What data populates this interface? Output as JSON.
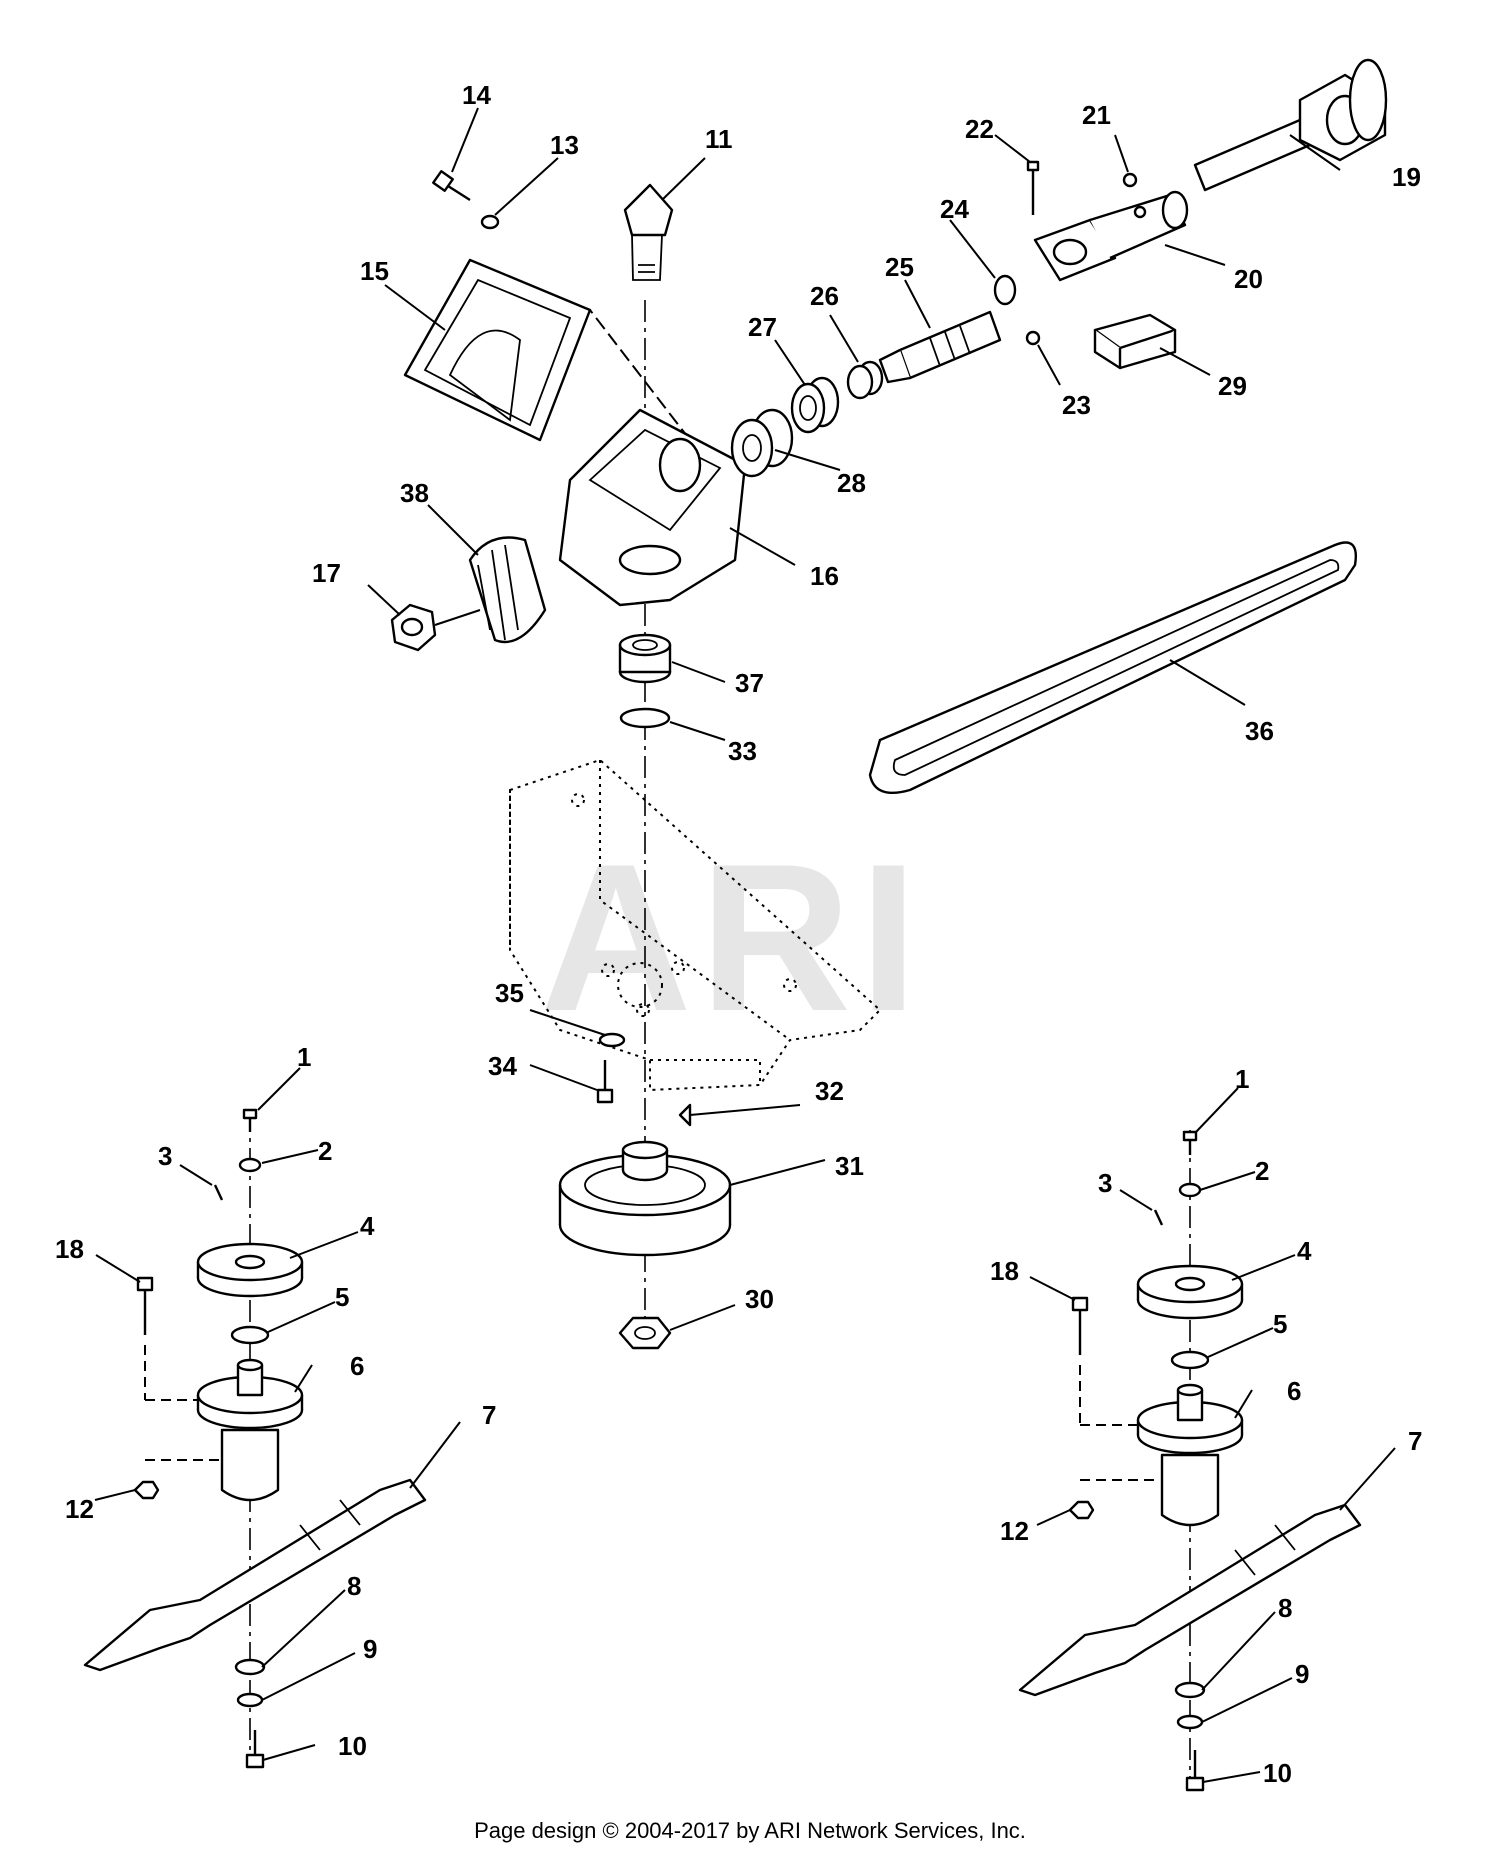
{
  "watermark": "ARI",
  "footer": "Page design © 2004-2017 by ARI Network Services, Inc.",
  "callouts": {
    "c1": "1",
    "c1b": "1",
    "c2": "2",
    "c2b": "2",
    "c3": "3",
    "c3b": "3",
    "c4": "4",
    "c4b": "4",
    "c5": "5",
    "c5b": "5",
    "c6": "6",
    "c6b": "6",
    "c7": "7",
    "c7b": "7",
    "c8": "8",
    "c8b": "8",
    "c9": "9",
    "c9b": "9",
    "c10": "10",
    "c10b": "10",
    "c11": "11",
    "c12": "12",
    "c12b": "12",
    "c13": "13",
    "c14": "14",
    "c15": "15",
    "c16": "16",
    "c17": "17",
    "c18": "18",
    "c18b": "18",
    "c19": "19",
    "c20": "20",
    "c21": "21",
    "c22": "22",
    "c23": "23",
    "c24": "24",
    "c25": "25",
    "c26": "26",
    "c27": "27",
    "c28": "28",
    "c29": "29",
    "c30": "30",
    "c31": "31",
    "c32": "32",
    "c33": "33",
    "c34": "34",
    "c35": "35",
    "c36": "36",
    "c37": "37",
    "c38": "38"
  }
}
